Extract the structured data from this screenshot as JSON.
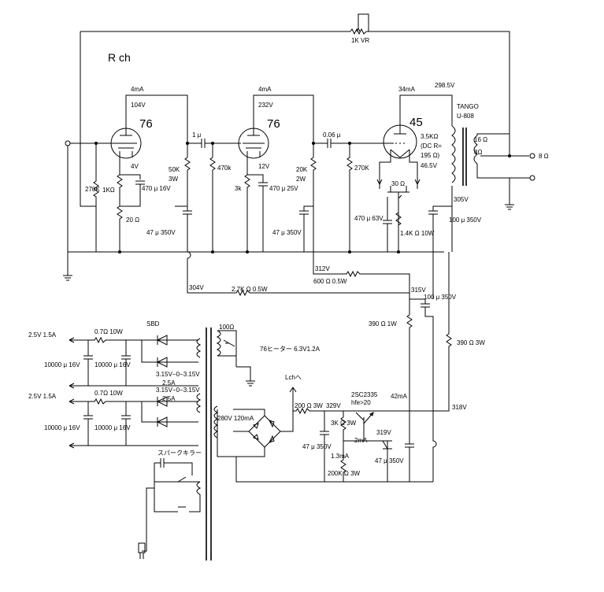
{
  "title": "R ch",
  "tubes": {
    "v1": "76",
    "v2": "76",
    "v3": "45"
  },
  "labels": {
    "vr": "1K VR",
    "i_v1": "4mA",
    "i_v2": "4mA",
    "i_v3": "34mA",
    "b_v1": "104V",
    "b_v2": "232V",
    "b_v3": "298.5V",
    "k_v1": "4V",
    "k_v2": "12V",
    "k_v3": "46.5V",
    "c_couple1": "1 μ",
    "c_couple2": "0.06 μ",
    "r50k": "50K",
    "r50k_w": "3W",
    "r470k": "470k",
    "r20k": "20K",
    "r20k_w": "2W",
    "r270k": "270K",
    "r270k_g": "270K",
    "r1k": "1KΩ",
    "r3k": "3k",
    "c470_16": "470 μ 16V",
    "c470_25": "470 μ 25V",
    "c470_63": "470 μ 63V",
    "r20ohm": "20 Ω",
    "r30ohm": "30 Ω",
    "r1_4k": "1.4K Ω 10W",
    "c47_1": "47 μ 350V",
    "c47_2": "47 μ 350V",
    "c100_1": "100 μ 350V",
    "opt_name": "TANGO",
    "opt_model": "U-808",
    "opt_z1": "3.5KΩ",
    "opt_z2": "(DC R=",
    "opt_z3": "195 Ω)",
    "sec16": "16 Ω",
    "sec8": "8Ω",
    "out8": "8 Ω",
    "v305": "305V",
    "v312": "312V",
    "r600": "600 Ω 0.5W",
    "v304": "304V",
    "r2_7k": "2.7K Ω 0.5W",
    "v315": "315V",
    "c100_2": "100 μ 350V",
    "r390_1": "390 Ω 1W",
    "r390_3": "390 Ω 3W",
    "sbd": "SBD",
    "r100": "100Ω",
    "heater76": "76ヒーター 6.3V1.2A",
    "o25a": "2.5V 1.5A",
    "o25b": "2.5V 1.5A",
    "r07a": "0.7Ω 10W",
    "r07b": "0.7Ω 10W",
    "c10000a": "10000 μ 16V",
    "c10000b": "10000 μ 16V",
    "c10000c": "10000 μ 16V",
    "c10000d": "10000 μ 16V",
    "tap1": "3.15V−0−3.15V",
    "tap1a": "2.5A",
    "tap2": "3.15V−0−3.15V",
    "tap2a": "2.5A",
    "lch": "Lchへ",
    "sec280": "280V 120mA",
    "r200": "200 Ω 3W",
    "v329": "329V",
    "q": "2SC2335",
    "hfe": "hfe>20",
    "i42": "42mA",
    "v318": "318V",
    "r3k3w": "3K Ω 3W",
    "i2": "2mA",
    "z319": "319V",
    "c47_3": "47 μ 350V",
    "c47_4": "47 μ 350V",
    "i1_3": "1.3mA",
    "r200k": "200K Ω 3W",
    "spark": "スパークキラー"
  }
}
